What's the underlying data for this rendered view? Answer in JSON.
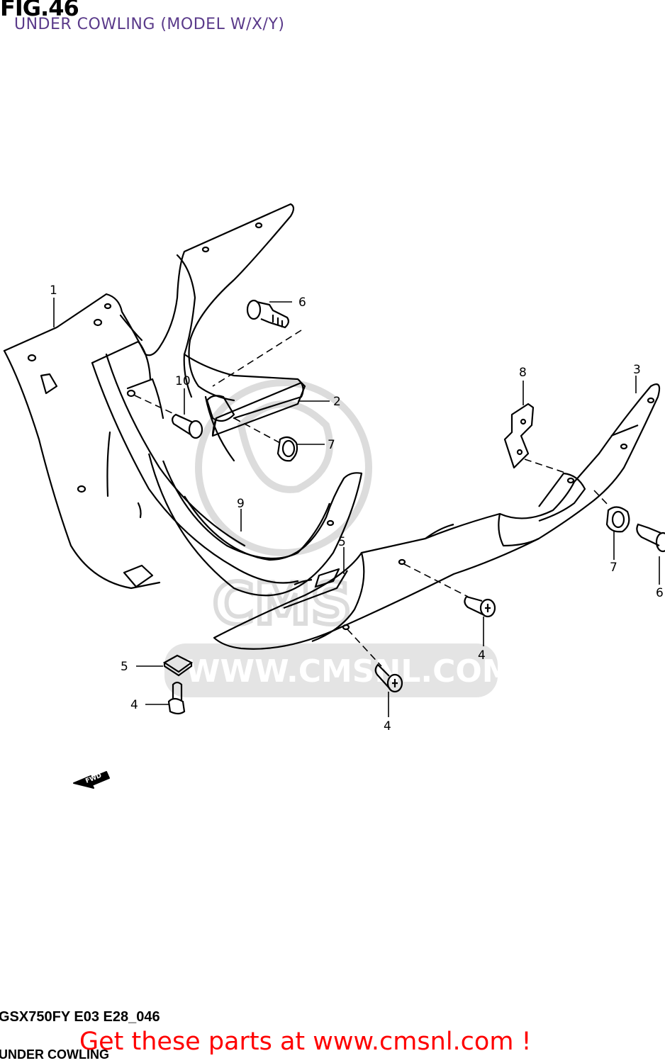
{
  "figure": {
    "number": "FIG.46",
    "subtitle": "UNDER COWLING (MODEL W/X/Y)"
  },
  "callouts": [
    {
      "id": "c1",
      "label": "1"
    },
    {
      "id": "c2",
      "label": "2"
    },
    {
      "id": "c3",
      "label": "3"
    },
    {
      "id": "c4a",
      "label": "4"
    },
    {
      "id": "c4b",
      "label": "4"
    },
    {
      "id": "c4c",
      "label": "4"
    },
    {
      "id": "c5a",
      "label": "5"
    },
    {
      "id": "c5b",
      "label": "5"
    },
    {
      "id": "c6a",
      "label": "6"
    },
    {
      "id": "c6b",
      "label": "6"
    },
    {
      "id": "c7a",
      "label": "7"
    },
    {
      "id": "c7b",
      "label": "7"
    },
    {
      "id": "c8",
      "label": "8"
    },
    {
      "id": "c9",
      "label": "9"
    },
    {
      "id": "c10",
      "label": "10"
    }
  ],
  "fwd_label": "FWD",
  "watermark": {
    "url_text": "WWW.CMSNL.COM",
    "logo_text": "CMS"
  },
  "footer": {
    "drawing_code": "GSX750FY E03 E28_046",
    "drawing_name": "UNDER COWLING",
    "cta": "Get these parts at www.cmsnl.com !"
  },
  "colors": {
    "line": "#000000",
    "subtitle": "#5a3a8a",
    "cta": "#ff0000",
    "watermark": "#d9d9d9"
  }
}
